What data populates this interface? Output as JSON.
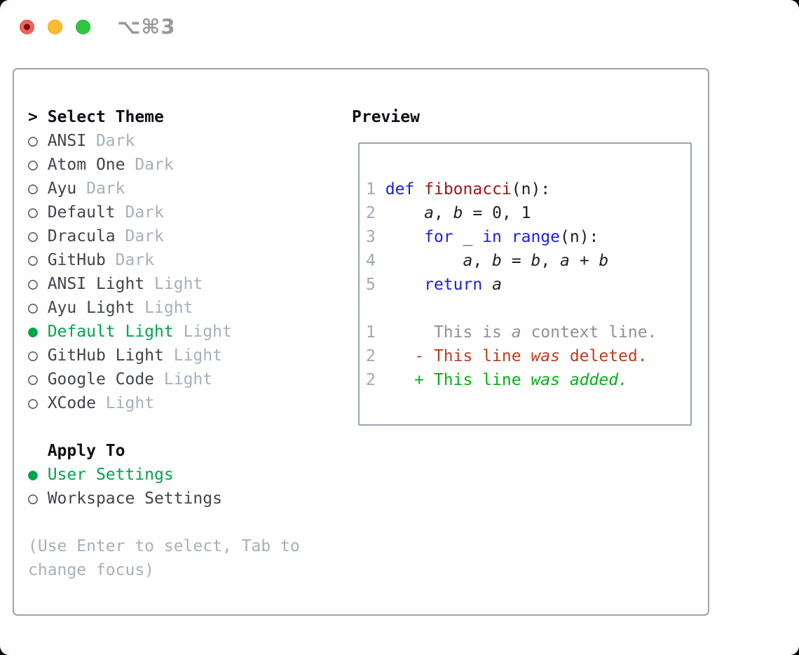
{
  "window": {
    "shortcut_label": "⌥⌘3"
  },
  "icons": {
    "close": "close-circle",
    "minimize": "minimize-circle",
    "zoom": "zoom-circle",
    "radio_off": "○",
    "radio_on": "●",
    "cursor": ">"
  },
  "colors": {
    "accent_green": "#00a44a",
    "diff_added_green": "#00b312",
    "diff_deleted_red": "#c23a21",
    "keyword_blue": "#1c1cf0",
    "function_red": "#a31515",
    "muted_gray": "#a6b0bc",
    "panel_border": "#9aa3ae"
  },
  "theme_panel": {
    "header": "Select Theme",
    "themes": [
      {
        "name": "ANSI",
        "variant": "Dark",
        "selected": false
      },
      {
        "name": "Atom One",
        "variant": "Dark",
        "selected": false
      },
      {
        "name": "Ayu",
        "variant": "Dark",
        "selected": false
      },
      {
        "name": "Default",
        "variant": "Dark",
        "selected": false
      },
      {
        "name": "Dracula",
        "variant": "Dark",
        "selected": false
      },
      {
        "name": "GitHub",
        "variant": "Dark",
        "selected": false
      },
      {
        "name": "ANSI Light",
        "variant": "Light",
        "selected": false
      },
      {
        "name": "Ayu Light",
        "variant": "Light",
        "selected": false
      },
      {
        "name": "Default Light",
        "variant": "Light",
        "selected": true
      },
      {
        "name": "GitHub Light",
        "variant": "Light",
        "selected": false
      },
      {
        "name": "Google Code",
        "variant": "Light",
        "selected": false
      },
      {
        "name": "XCode",
        "variant": "Light",
        "selected": false
      }
    ],
    "apply_to": {
      "header": "Apply To",
      "options": [
        {
          "label": "User Settings",
          "selected": true
        },
        {
          "label": "Workspace Settings",
          "selected": false
        }
      ]
    },
    "help_lines": [
      "(Use Enter to select, Tab to",
      "change focus)"
    ]
  },
  "preview": {
    "header": "Preview",
    "code_lines": [
      {
        "num": "1",
        "tokens": [
          {
            "t": " ",
            "c": "pln"
          },
          {
            "t": "def",
            "c": "kw"
          },
          {
            "t": " ",
            "c": "pln"
          },
          {
            "t": "fibonacci",
            "c": "fn"
          },
          {
            "t": "(n):",
            "c": "pln"
          }
        ]
      },
      {
        "num": "2",
        "tokens": [
          {
            "t": "     ",
            "c": "pln"
          },
          {
            "t": "a",
            "c": "pln",
            "i": true
          },
          {
            "t": ", ",
            "c": "pln"
          },
          {
            "t": "b",
            "c": "pln",
            "i": true
          },
          {
            "t": " = 0, 1",
            "c": "pln"
          }
        ]
      },
      {
        "num": "3",
        "tokens": [
          {
            "t": "     ",
            "c": "pln"
          },
          {
            "t": "for",
            "c": "kw"
          },
          {
            "t": " _ ",
            "c": "pln"
          },
          {
            "t": "in",
            "c": "kw"
          },
          {
            "t": " ",
            "c": "pln"
          },
          {
            "t": "range",
            "c": "kw"
          },
          {
            "t": "(n):",
            "c": "pln"
          }
        ]
      },
      {
        "num": "4",
        "tokens": [
          {
            "t": "         ",
            "c": "pln"
          },
          {
            "t": "a",
            "c": "pln",
            "i": true
          },
          {
            "t": ", ",
            "c": "pln"
          },
          {
            "t": "b",
            "c": "pln",
            "i": true
          },
          {
            "t": " = ",
            "c": "pln"
          },
          {
            "t": "b",
            "c": "pln",
            "i": true
          },
          {
            "t": ", ",
            "c": "pln"
          },
          {
            "t": "a",
            "c": "pln",
            "i": true
          },
          {
            "t": " + ",
            "c": "pln"
          },
          {
            "t": "b",
            "c": "pln",
            "i": true
          }
        ]
      },
      {
        "num": "5",
        "tokens": [
          {
            "t": "     ",
            "c": "pln"
          },
          {
            "t": "return",
            "c": "kw"
          },
          {
            "t": " ",
            "c": "pln"
          },
          {
            "t": "a",
            "c": "pln",
            "i": true
          }
        ]
      }
    ],
    "diff_lines": [
      {
        "num": "1",
        "tokens": [
          {
            "t": "      This is ",
            "c": "ctx"
          },
          {
            "t": "a",
            "c": "ctx",
            "i": true
          },
          {
            "t": " context line.",
            "c": "ctx"
          }
        ]
      },
      {
        "num": "2",
        "tokens": [
          {
            "t": "    - This line ",
            "c": "del"
          },
          {
            "t": "was",
            "c": "del",
            "i": true
          },
          {
            "t": " deleted.",
            "c": "del"
          }
        ]
      },
      {
        "num": "2",
        "tokens": [
          {
            "t": "    + This line ",
            "c": "add"
          },
          {
            "t": "was",
            "c": "add",
            "i": true
          },
          {
            "t": " ",
            "c": "add"
          },
          {
            "t": "added.",
            "c": "add",
            "i": true
          }
        ]
      }
    ]
  }
}
